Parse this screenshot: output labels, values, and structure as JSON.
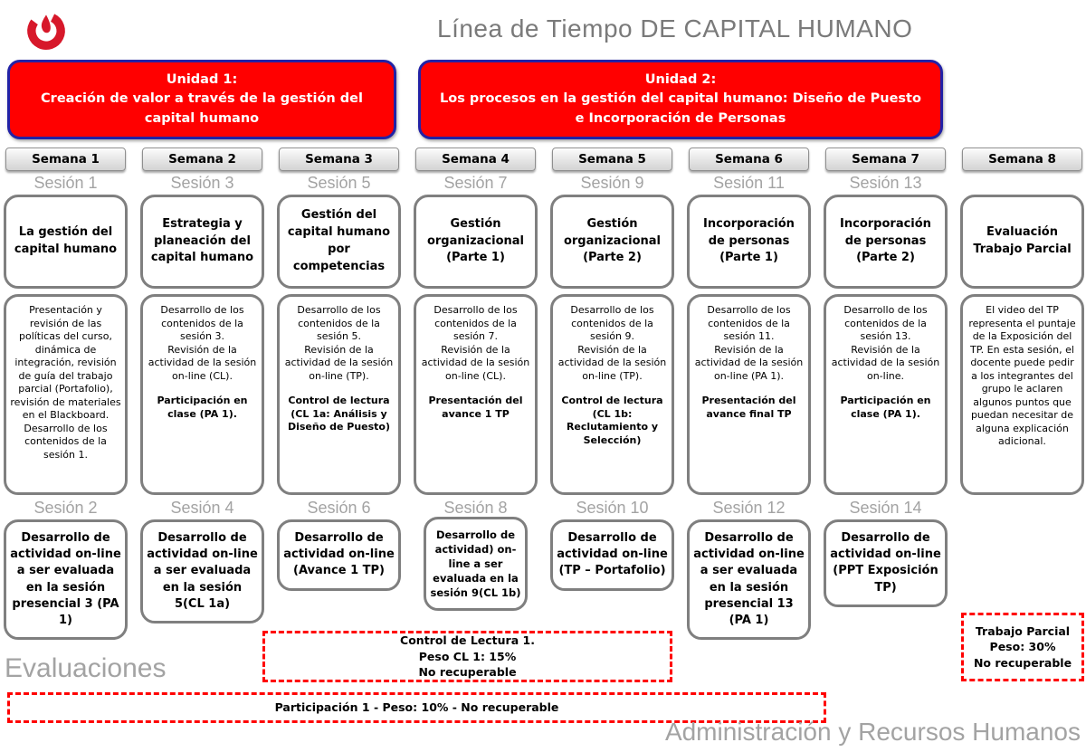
{
  "title": "Línea de Tiempo DE CAPITAL HUMANO",
  "logo": {
    "icon": "upc-flame-logo",
    "color": "#d7182a"
  },
  "units": [
    {
      "name": "Unidad 1:",
      "desc": "Creación de valor a través de la gestión del capital humano"
    },
    {
      "name": "Unidad 2:",
      "desc": "Los procesos en la gestión del capital humano: Diseño de Puesto e Incorporación de Personas"
    }
  ],
  "columns": [
    {
      "week": "Semana 1",
      "session_top": {
        "label": "Sesión 1",
        "title": "La gestión del capital humano",
        "detail": "Presentación y revisión de las políticas del curso, dinámica de integración, revisión de guía del trabajo parcial (Portafolio), revisión de materiales en el Blackboard. Desarrollo de los contenidos de la sesión 1.",
        "detail_bold": ""
      },
      "session_bottom": {
        "label": "Sesión 2",
        "text": "Desarrollo de actividad on-line a ser evaluada en la sesión presencial 3 (PA 1)"
      }
    },
    {
      "week": "Semana 2",
      "session_top": {
        "label": "Sesión 3",
        "title": "Estrategia y planeación del capital humano",
        "detail": "Desarrollo de los contenidos de la sesión 3.\nRevisión de la actividad de la sesión on-line (CL).",
        "detail_bold": "Participación en clase (PA 1)."
      },
      "session_bottom": {
        "label": "Sesión 4",
        "text": "Desarrollo de actividad on-line  a ser evaluada en la sesión 5(CL 1a)"
      }
    },
    {
      "week": "Semana 3",
      "session_top": {
        "label": "Sesión 5",
        "title": "Gestión del capital humano por competencias",
        "detail": "Desarrollo de los contenidos de la sesión 5.\nRevisión de la actividad de la sesión on-line (TP).",
        "detail_bold": "Control de lectura (CL 1a: Análisis y Diseño de Puesto)"
      },
      "session_bottom": {
        "label": "Sesión 6",
        "text": "Desarrollo de actividad on-line (Avance 1 TP)"
      }
    },
    {
      "week": "Semana 4",
      "session_top": {
        "label": "Sesión 7",
        "title": "Gestión organizacional (Parte 1)",
        "detail": "Desarrollo de los contenidos de la sesión 7.\nRevisión de la actividad de la sesión on-line (CL).",
        "detail_bold": "Presentación del avance 1 TP"
      },
      "session_bottom": {
        "label": "Sesión 8",
        "text": "Desarrollo de actividad) on-line  a ser evaluada en la sesión 9(CL 1b)"
      }
    },
    {
      "week": "Semana 5",
      "session_top": {
        "label": "Sesión 9",
        "title": "Gestión organizacional (Parte 2)",
        "detail": "Desarrollo de los contenidos de la sesión 9.\nRevisión de la actividad de la sesión on-line (TP).",
        "detail_bold": "Control de lectura (CL 1b: Reclutamiento y Selección)"
      },
      "session_bottom": {
        "label": "Sesión 10",
        "text": "Desarrollo de actividad on-line (TP – Portafolio)"
      }
    },
    {
      "week": "Semana 6",
      "session_top": {
        "label": "Sesión 11",
        "title": "Incorporación de personas (Parte 1)",
        "detail": "Desarrollo de los contenidos de la sesión 11.\nRevisión de la actividad de la sesión on-line (PA 1).",
        "detail_bold": "Presentación del avance final TP"
      },
      "session_bottom": {
        "label": "Sesión 12",
        "text": "Desarrollo de actividad on-line a ser evaluada en la sesión presencial 13 (PA 1)"
      }
    },
    {
      "week": "Semana 7",
      "session_top": {
        "label": "Sesión 13",
        "title": "Incorporación de personas (Parte 2)",
        "detail": "Desarrollo de los contenidos de la sesión 13.\nRevisión de la actividad de la sesión on-line.",
        "detail_bold": "Participación en clase (PA 1)."
      },
      "session_bottom": {
        "label": "Sesión 14",
        "text": "Desarrollo de actividad on-line (PPT Exposición TP)"
      }
    },
    {
      "week": "Semana 8",
      "session_top": {
        "label": "",
        "title": "Evaluación Trabajo Parcial",
        "detail": "El video del TP representa el puntaje de la Exposición del TP. En esta sesión, el docente puede pedir a los integrantes del grupo le aclaren algunos puntos que puedan necesitar de alguna explicación adicional.",
        "detail_bold": ""
      },
      "session_bottom": null
    }
  ],
  "evaluations": {
    "section_label": "Evaluaciones",
    "control_lectura": {
      "lines": [
        "Control de Lectura 1.",
        "Peso CL 1: 15%",
        "No recuperable"
      ]
    },
    "trabajo_parcial": {
      "lines": [
        "Trabajo Parcial",
        "Peso: 30%",
        "No recuperable"
      ]
    },
    "participacion": {
      "text": "Participación 1 - Peso: 10%  -  No recuperable"
    }
  },
  "footer": "Administración y Recursos Humanos",
  "colors": {
    "unit_fill": "#ff0000",
    "unit_border": "#2222a6",
    "box_border": "#7f7f7f",
    "dashed_red": "#ff0000",
    "muted_gray": "#a3a3a3",
    "logo_red": "#d7182a"
  }
}
